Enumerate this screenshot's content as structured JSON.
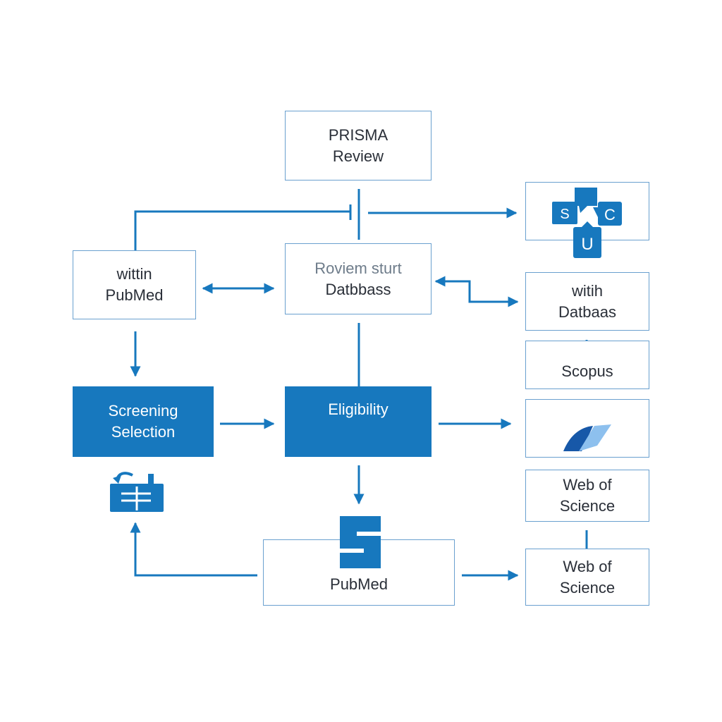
{
  "colors": {
    "accent": "#1778be",
    "border": "#6aa0cf",
    "light_accent": "#5aa9e6"
  },
  "nodes": {
    "prisma_review": {
      "lines": [
        "PRISMA",
        "Review"
      ]
    },
    "review_start_database": {
      "lines": [
        "Roviem sturt",
        "Datbbass"
      ]
    },
    "within_pubmed": {
      "lines": [
        "wittin",
        "PubMed"
      ]
    },
    "within_database": {
      "lines": [
        "witih",
        "Datbaas"
      ]
    },
    "scopus": {
      "lines": [
        "Scopus"
      ]
    },
    "screening_selection": {
      "lines": [
        "Screening",
        "Selection"
      ]
    },
    "eligibility": {
      "lines": [
        "Eligibility"
      ]
    },
    "web_of_science_1": {
      "lines": [
        "Web of",
        "Science"
      ]
    },
    "web_of_science_2": {
      "lines": [
        "Web of",
        "Science"
      ]
    },
    "pubmed": {
      "lines": [
        "PubMed"
      ]
    }
  },
  "icons": {
    "database_logos": {
      "name": "database-logos-icon",
      "letters": [
        "S",
        "C",
        "U"
      ]
    },
    "wing_logo": {
      "name": "wing-logo-icon"
    },
    "screening_doc": {
      "name": "screening-document-icon"
    },
    "s_logo": {
      "name": "s-logo-icon"
    }
  }
}
